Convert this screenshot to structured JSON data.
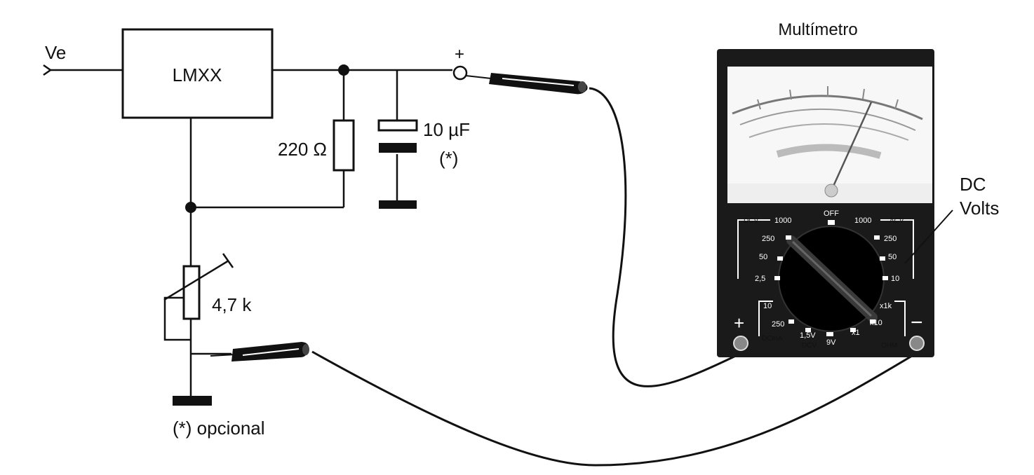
{
  "circuit": {
    "input_label": "Ve",
    "regulator_label": "LMXX",
    "resistor_label": "220 Ω",
    "capacitor_value": "10 µF",
    "capacitor_note": "(*)",
    "pot_label": "4,7 k",
    "footnote": "(*) opcional",
    "plus_terminal": "+"
  },
  "multimeter": {
    "title": "Multímetro",
    "mode_label_line1": "DC",
    "mode_label_line2": "Volts",
    "plus_jack": "+",
    "minus_jack": "−",
    "dial": {
      "off": "OFF",
      "dcv_tag": "DCV",
      "acv_tag": "ACV",
      "dcma_tag": "DCmA",
      "dcv_bottom_tag": "DCV",
      "ohm_tag": "OHM",
      "left_top": "1000",
      "right_top": "1000",
      "left_values": [
        "250",
        "50",
        "2,5"
      ],
      "right_values": [
        "250",
        "50",
        "10"
      ],
      "bottom_left": [
        "10",
        "250"
      ],
      "bottom_center": [
        "1,5V",
        "9V"
      ],
      "bottom_right": [
        "x1k",
        "x10",
        "x1"
      ]
    }
  }
}
